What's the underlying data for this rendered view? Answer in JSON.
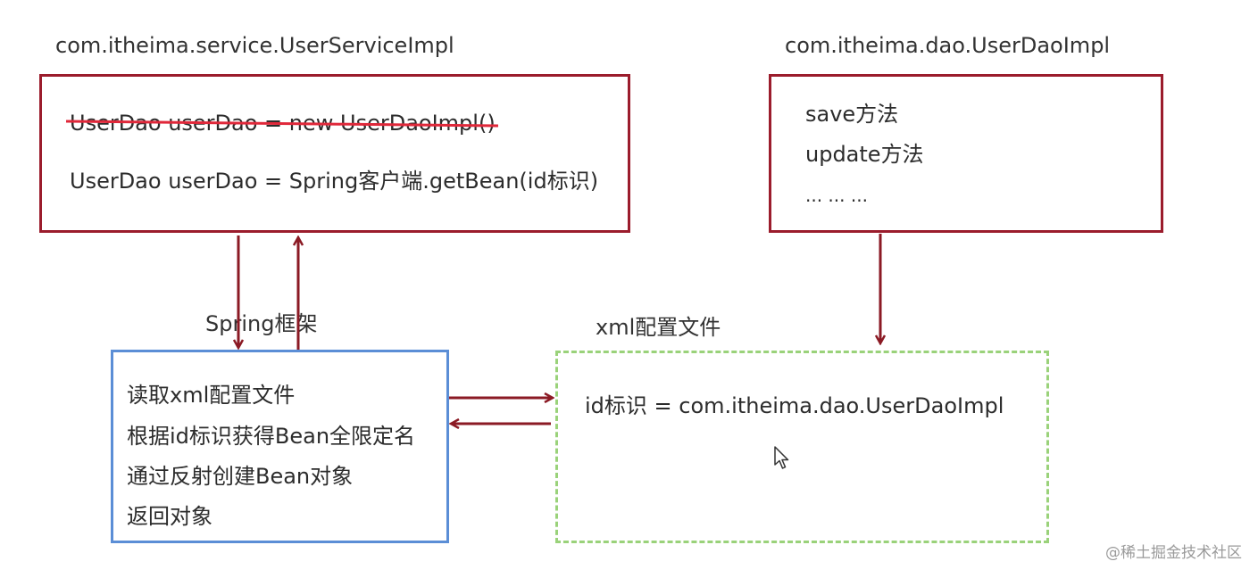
{
  "service": {
    "title": "com.itheima.service.UserServiceImpl",
    "line_struck": "UserDao userDao = new UserDaoImpl()",
    "line_new": "UserDao userDao = Spring客户端.getBean(id标识)"
  },
  "dao": {
    "title": "com.itheima.dao.UserDaoImpl",
    "methods": [
      "save方法",
      "update方法",
      "... ... ..."
    ]
  },
  "spring": {
    "label": "Spring框架",
    "steps": [
      "读取xml配置文件",
      "根据id标识获得Bean全限定名",
      "通过反射创建Bean对象",
      "返回对象"
    ]
  },
  "xml": {
    "label": "xml配置文件",
    "entry": "id标识 = com.itheima.dao.UserDaoImpl"
  },
  "watermark": "@稀土掘金技术社区",
  "colors": {
    "red_box": "#9b1c2c",
    "arrow": "#8b1a24",
    "strike": "#e0283a",
    "blue_box": "#5b8ed6",
    "green_dashed": "#9ad27a"
  },
  "icons": {
    "cursor": "mouse-pointer-icon"
  }
}
